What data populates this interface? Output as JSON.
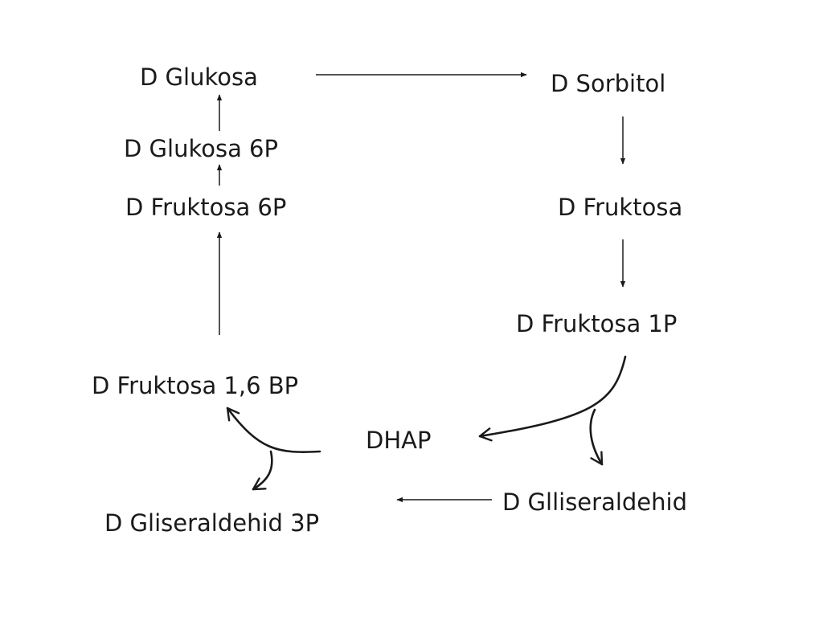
{
  "nodes": {
    "d_glukosa": "D Glukosa",
    "d_sorbitol": "D Sorbitol",
    "d_glukosa_6p": "D Glukosa 6P",
    "d_fruktosa_6p": "D Fruktosa 6P",
    "d_fruktosa": "D Fruktosa",
    "d_fruktosa_1p": "D Fruktosa 1P",
    "d_fruktosa_16bp": "D Fruktosa 1,6 BP",
    "dhap": "DHAP",
    "d_glliseraldehid": "D Glliseraldehid",
    "d_gliseraldehid_3p": "D Gliseraldehid 3P"
  },
  "colors": {
    "ink": "#1a1a1a",
    "background": "#ffffff"
  }
}
